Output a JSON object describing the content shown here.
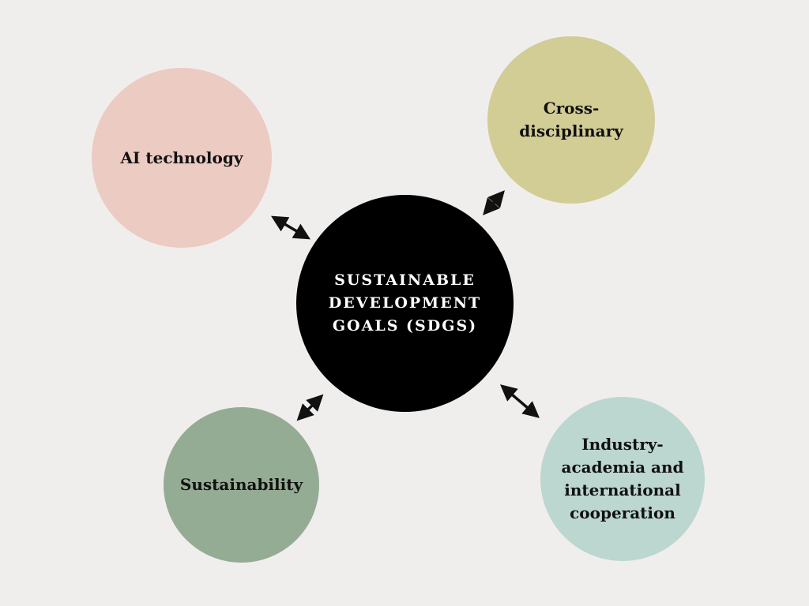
{
  "diagram": {
    "center": {
      "label": "SUSTAINABLE DEVELOPMENT GOALS (SDGS)",
      "color": "#000000"
    },
    "nodes": [
      {
        "id": "ai",
        "label": "AI technology",
        "color": "#eccbc2"
      },
      {
        "id": "cross",
        "label": "Cross-disciplinary",
        "color": "#d2cc95"
      },
      {
        "id": "sust",
        "label": "Sustainability",
        "color": "#94ac93"
      },
      {
        "id": "industry",
        "label": "Industry-academia and international cooperation",
        "color": "#bcd7d0"
      }
    ],
    "connector": {
      "style": "double-headed-arrow",
      "color": "#111111"
    }
  }
}
